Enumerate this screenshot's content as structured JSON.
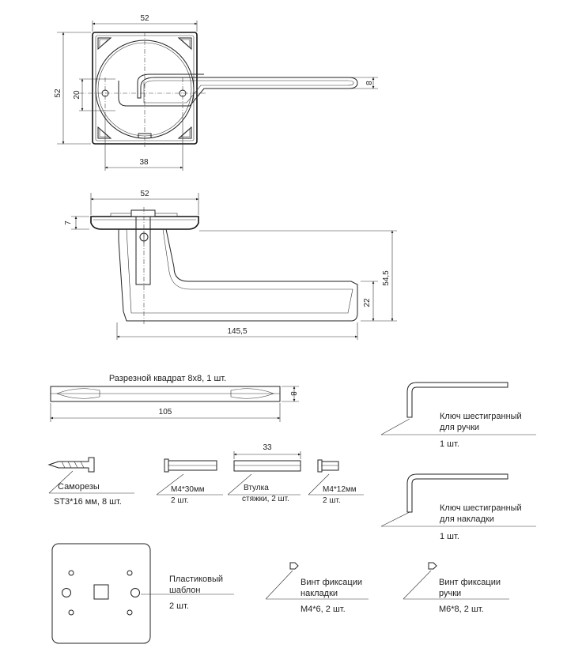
{
  "top_view": {
    "dim_width": "52",
    "dim_height": "52",
    "dim_hole_spacing": "20",
    "dim_holes_width": "38",
    "dim_lever_thickness": "8"
  },
  "side_view": {
    "dim_width": "52",
    "dim_base_height": "7",
    "dim_total_height": "54,5",
    "dim_lever_height": "22",
    "dim_length": "145,5"
  },
  "parts": {
    "square_title": "Разрезной квадрат 8x8, 1 шт.",
    "square_length": "105",
    "square_height": "8",
    "key_handle_line1": "Ключ шестигранный",
    "key_handle_line2": "для ручки",
    "key_handle_qty": "1 шт.",
    "screws_title": "Саморезы",
    "screws_spec": "ST3*16 мм, 8 шт.",
    "bolt30_title": "М4*30мм",
    "bolt30_qty": "2 шт.",
    "sleeve_length": "33",
    "sleeve_line1": "Втулка",
    "sleeve_line2": "стяжки, 2 шт.",
    "bolt12_title": "М4*12мм",
    "bolt12_qty": "2 шт.",
    "key_plate_line1": "Ключ шестигранный",
    "key_plate_line2": "для накладки",
    "key_plate_qty": "1 шт.",
    "template_line1": "Пластиковый",
    "template_line2": "шаблон",
    "template_qty": "2 шт.",
    "setscrew_plate_line1": "Винт фиксации",
    "setscrew_plate_line2": "накладки",
    "setscrew_plate_spec": "М4*6, 2 шт.",
    "setscrew_handle_line1": "Винт фиксации",
    "setscrew_handle_line2": "ручки",
    "setscrew_handle_spec": "М6*8, 2 шт."
  }
}
